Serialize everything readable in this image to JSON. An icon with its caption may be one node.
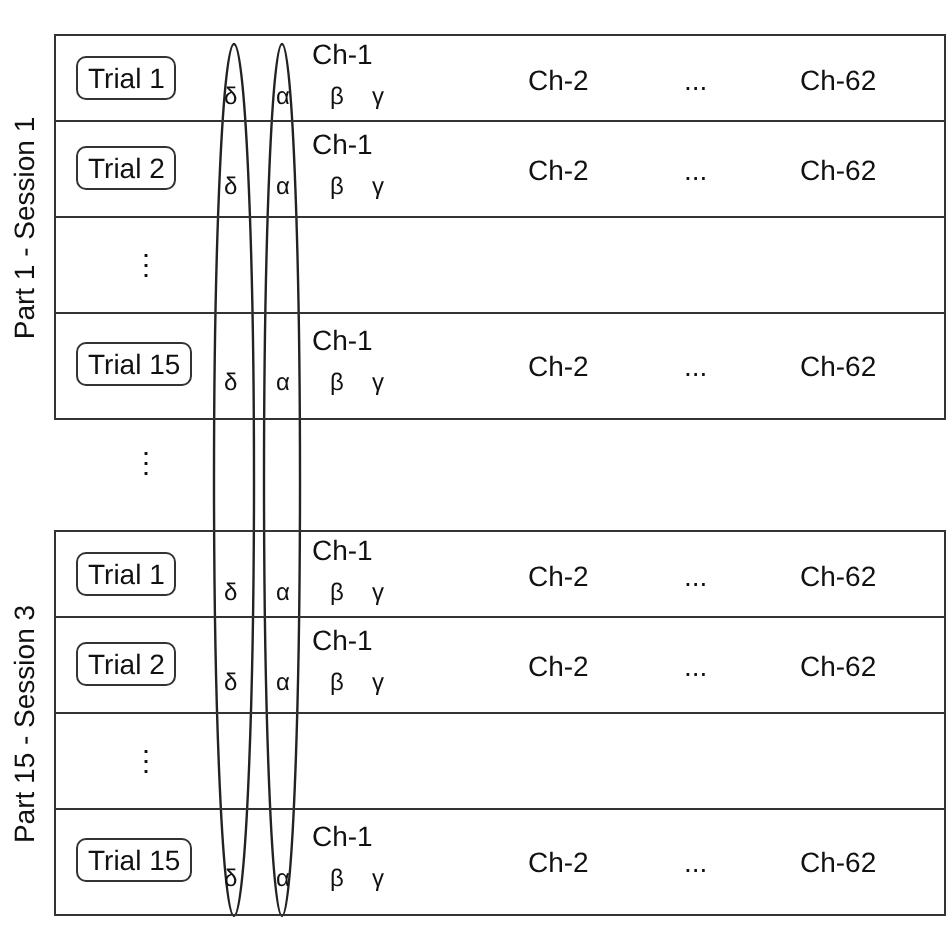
{
  "diagram": {
    "nodes": [
      {
        "text": [
          "Part 1 - Session 1"
        ]
      },
      {
        "text": [
          "Ch-1",
          "δ",
          "α",
          "β",
          "γ",
          "Ch-2",
          "...",
          "Ch-62"
        ],
        "in": 0
      },
      {
        "text": [
          "Trial 1"
        ],
        "in": 1
      },
      {
        "text": [
          "Ch-1",
          "δ",
          "α",
          "β",
          "γ",
          "Ch-2",
          "...",
          "Ch-62"
        ],
        "in": 0
      },
      {
        "text": [
          "Trial 2"
        ],
        "in": 3
      },
      {
        "text": [
          "⋮"
        ],
        "in": 0
      },
      {
        "text": [
          "Ch-1",
          "δ",
          "α",
          "β",
          "γ",
          "Ch-2",
          "...",
          "Ch-62"
        ],
        "in": 0
      },
      {
        "text": [
          "Trial 15"
        ],
        "in": 6
      },
      {
        "text": [
          "Part 15 - Session 3"
        ]
      },
      {
        "text": [
          "Ch-1",
          "δ",
          "α",
          "β",
          "γ",
          "Ch-2",
          "...",
          "Ch-62"
        ],
        "in": 8
      },
      {
        "text": [
          "Trial 1"
        ],
        "in": 9
      },
      {
        "text": [
          "Ch-1",
          "δ",
          "α",
          "β",
          "γ",
          "Ch-2",
          "...",
          "Ch-62"
        ],
        "in": 8
      },
      {
        "text": [
          "Trial 2"
        ],
        "in": 11
      },
      {
        "text": [
          "⋮"
        ],
        "in": 8
      },
      {
        "text": [
          "Ch-1",
          "δ",
          "α",
          "β",
          "γ",
          "Ch-2",
          "...",
          "Ch-62"
        ],
        "in": 8
      },
      {
        "text": [
          "Trial 15"
        ],
        "in": 14
      }
    ],
    "labels": [
      "⋮"
    ]
  }
}
